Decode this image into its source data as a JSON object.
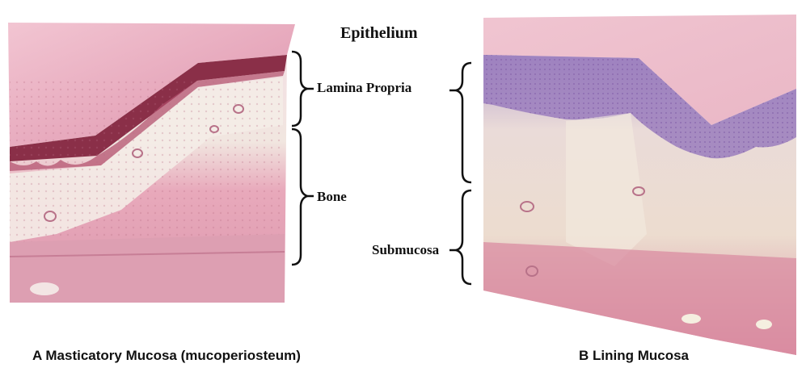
{
  "labels": {
    "epithelium": "Epithelium",
    "lamina_propria": "Lamina Propria",
    "bone": "Bone",
    "submucosa": "Submucosa"
  },
  "captions": {
    "a": "A Masticatory Mucosa (mucoperiosteum)",
    "b": "B Lining Mucosa"
  },
  "colors": {
    "epithelium_a": "#8a2f48",
    "epithelium_b": "#8f72b4",
    "connective_tissue": "#e7b7c5",
    "bone": "#e3a8b8",
    "submucosa": "#ead6c8"
  }
}
